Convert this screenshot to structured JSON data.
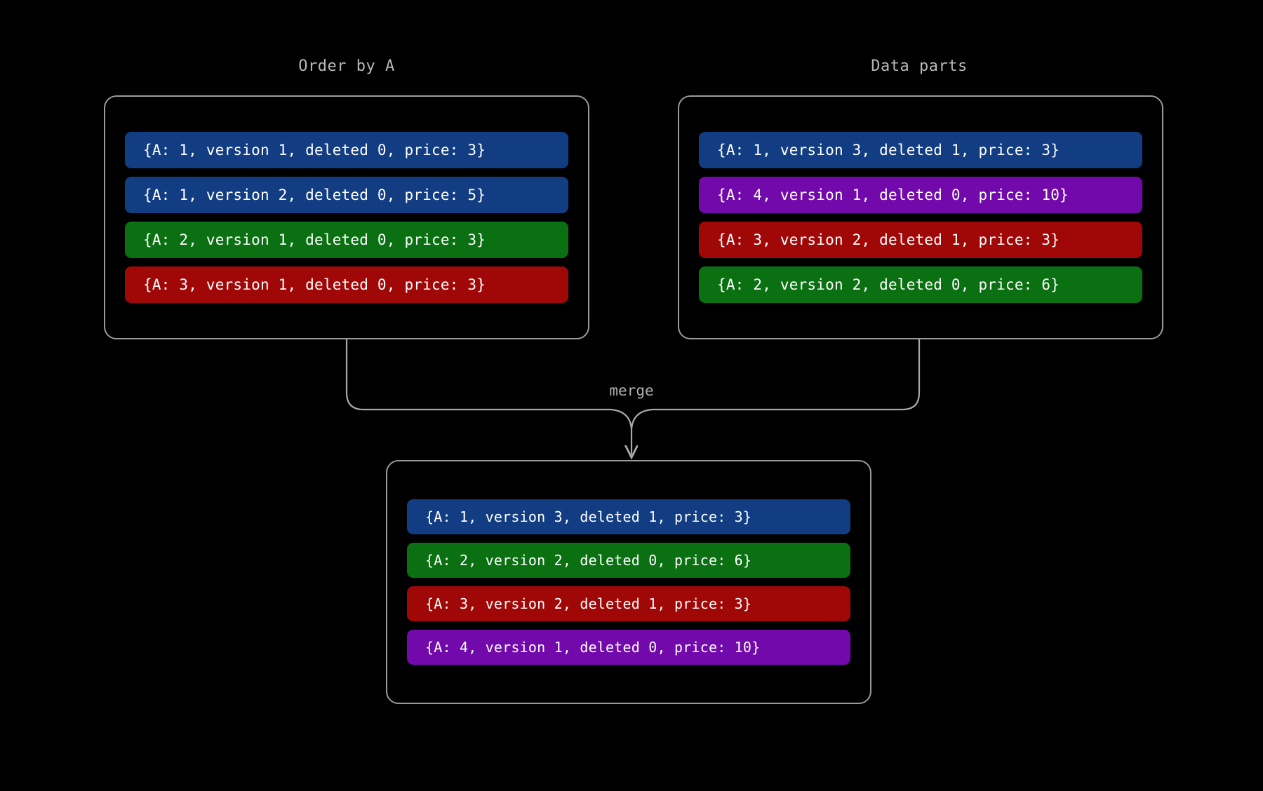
{
  "theme": {
    "background": "#000000",
    "panel_border": "#9a9a9a",
    "title_color": "#b8b8b8",
    "connector_color": "#a8a8a8",
    "row_text_color": "#ffffff",
    "color_blue": "#123d82",
    "color_green": "#0a7012",
    "color_red": "#a00808",
    "color_purple": "#7209ab"
  },
  "panels": {
    "order_by": {
      "title": "Order by A",
      "rows": [
        {
          "text": "{A: 1, version 1, deleted 0, price: 3}",
          "color": "#123d82",
          "color_name": "blue"
        },
        {
          "text": "{A: 1, version 2, deleted 0, price: 5}",
          "color": "#123d82",
          "color_name": "blue"
        },
        {
          "text": "{A: 2, version 1, deleted 0, price: 3}",
          "color": "#0a7012",
          "color_name": "green"
        },
        {
          "text": "{A: 3, version 1, deleted 0, price: 3}",
          "color": "#a00808",
          "color_name": "red"
        }
      ]
    },
    "data_parts": {
      "title": "Data parts",
      "rows": [
        {
          "text": "{A: 1, version 3, deleted 1, price: 3}",
          "color": "#123d82",
          "color_name": "blue"
        },
        {
          "text": "{A: 4, version 1, deleted 0, price: 10}",
          "color": "#7209ab",
          "color_name": "purple"
        },
        {
          "text": "{A: 3, version 2, deleted 1, price: 3}",
          "color": "#a00808",
          "color_name": "red"
        },
        {
          "text": "{A: 2, version 2, deleted 0, price: 6}",
          "color": "#0a7012",
          "color_name": "green"
        }
      ]
    },
    "result": {
      "title": "",
      "rows": [
        {
          "text": "{A: 1, version 3, deleted 1, price: 3}",
          "color": "#123d82",
          "color_name": "blue"
        },
        {
          "text": "{A: 2, version 2, deleted 0, price: 6}",
          "color": "#0a7012",
          "color_name": "green"
        },
        {
          "text": "{A: 3, version 2, deleted 1, price: 3}",
          "color": "#a00808",
          "color_name": "red"
        },
        {
          "text": "{A: 4, version 1, deleted 0, price: 10}",
          "color": "#7209ab",
          "color_name": "purple"
        }
      ]
    }
  },
  "connector": {
    "label": "merge"
  }
}
